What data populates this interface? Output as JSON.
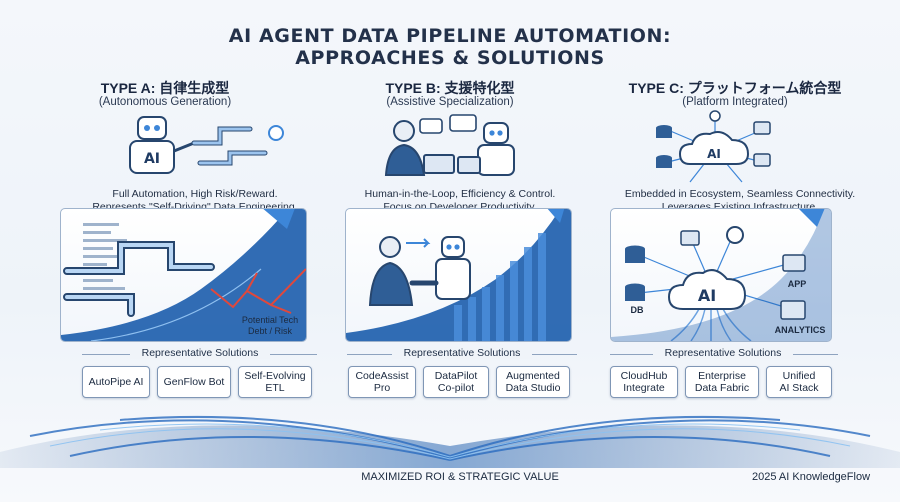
{
  "title": {
    "line1": "AI AGENT DATA PIPELINE AUTOMATION:",
    "line2": "APPROACHES & SOLUTIONS"
  },
  "columns": [
    {
      "title": "TYPE A: 自律生成型",
      "subtitle": "(Autonomous Generation)",
      "description": "Full Automation, High Risk/Reward.\nRepresents \"Self-Driving\" Data Engineering.",
      "panel_annotation": "Potential Tech\nDebt / Risk",
      "rep_label": "Representative Solutions",
      "solutions": [
        "AutoPipe AI",
        "GenFlow Bot",
        "Self-Evolving\nETL"
      ]
    },
    {
      "title": "TYPE B: 支援特化型",
      "subtitle": "(Assistive Specialization)",
      "description": "Human-in-the-Loop, Efficiency & Control.\nFocus on Developer Productivity.",
      "rep_label": "Representative Solutions",
      "solutions": [
        "CodeAssist Pro",
        "DataPilot\nCo-pilot",
        "Augmented\nData Studio"
      ]
    },
    {
      "title": "TYPE C: プラットフォーム統合型",
      "subtitle": "(Platform Integrated)",
      "description": "Embedded in Ecosystem, Seamless Connectivity.\nLeverages Existing Infrastructure.",
      "panel_labels": {
        "hub": "AI",
        "db": "DB",
        "app": "APP",
        "analytics": "ANALYTICS"
      },
      "rep_label": "Representative Solutions",
      "solutions": [
        "CloudHub\nIntegrate",
        "Enterprise\nData Fabric",
        "Unified\nAI Stack"
      ]
    }
  ],
  "hero_labels": {
    "a": "AI",
    "c": "AI"
  },
  "footer": {
    "center": "MAXIMIZED ROI & STRATEGIC VALUE",
    "right": "2025 AI KnowledgeFlow"
  },
  "colors": {
    "accent": "#1f5fae",
    "arrow": "#3d86d8",
    "risk": "#e0483c",
    "panel_border": "#9fb3cc"
  }
}
